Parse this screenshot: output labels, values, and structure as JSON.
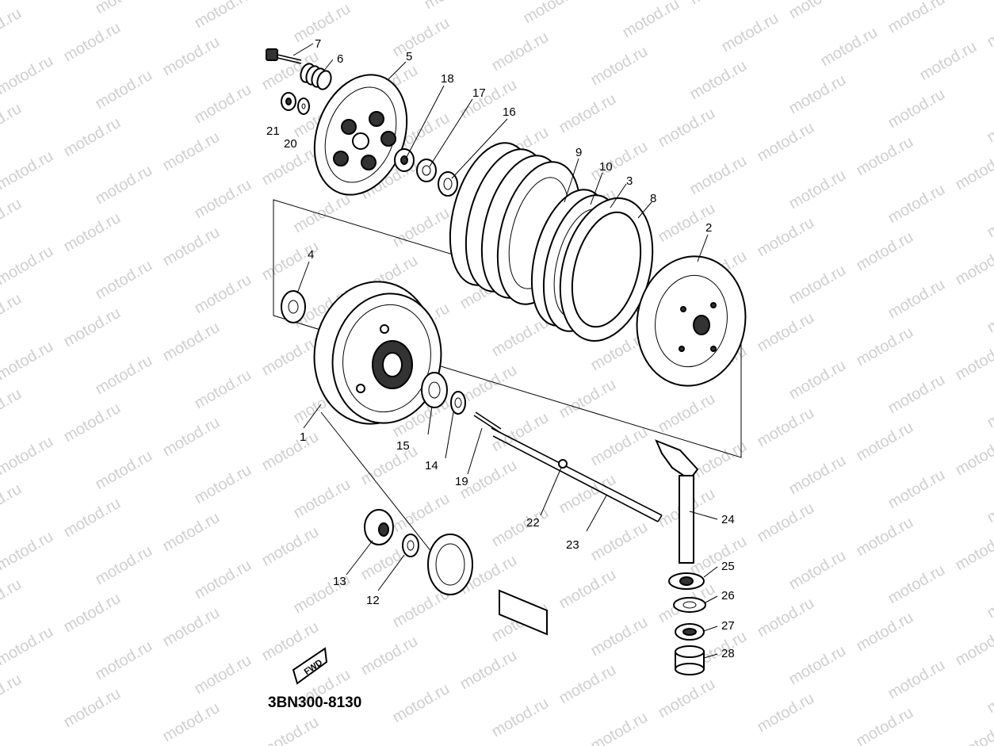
{
  "watermark": {
    "text": "motod.ru"
  },
  "diagram_code": "3BN300-8130",
  "direction_marker": {
    "text": "FWD"
  },
  "callouts": [
    {
      "id": "7",
      "text": "7"
    },
    {
      "id": "6",
      "text": "6"
    },
    {
      "id": "5",
      "text": "5"
    },
    {
      "id": "18",
      "text": "18"
    },
    {
      "id": "17",
      "text": "17"
    },
    {
      "id": "16",
      "text": "16"
    },
    {
      "id": "21",
      "text": "21"
    },
    {
      "id": "20",
      "text": "20"
    },
    {
      "id": "9",
      "text": "9"
    },
    {
      "id": "10",
      "text": "10"
    },
    {
      "id": "3",
      "text": "3"
    },
    {
      "id": "8",
      "text": "8"
    },
    {
      "id": "2",
      "text": "2"
    },
    {
      "id": "4",
      "text": "4"
    },
    {
      "id": "1",
      "text": "1"
    },
    {
      "id": "15",
      "text": "15"
    },
    {
      "id": "14",
      "text": "14"
    },
    {
      "id": "19",
      "text": "19"
    },
    {
      "id": "22",
      "text": "22"
    },
    {
      "id": "23",
      "text": "23"
    },
    {
      "id": "24",
      "text": "24"
    },
    {
      "id": "25",
      "text": "25"
    },
    {
      "id": "26",
      "text": "26"
    },
    {
      "id": "27",
      "text": "27"
    },
    {
      "id": "28",
      "text": "28"
    },
    {
      "id": "13",
      "text": "13"
    },
    {
      "id": "12",
      "text": "12"
    }
  ]
}
